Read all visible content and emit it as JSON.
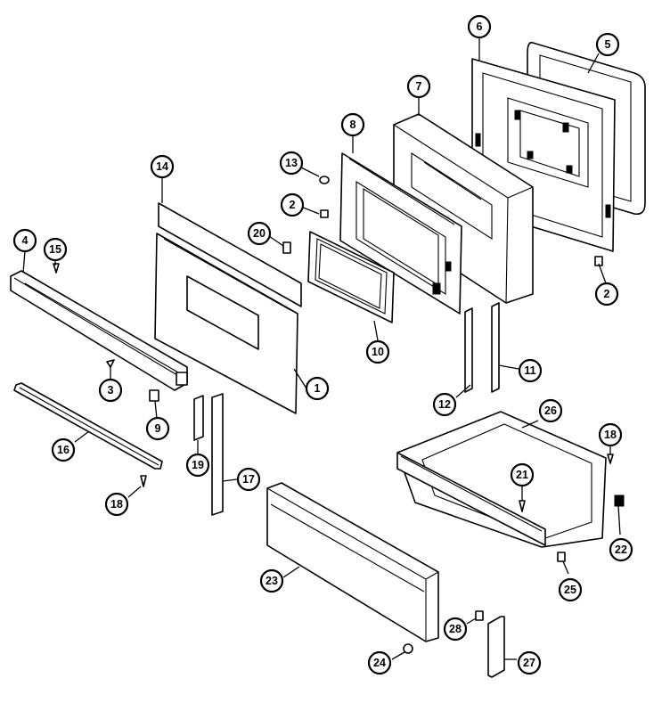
{
  "callouts": [
    {
      "id": "1",
      "label": "1"
    },
    {
      "id": "2a",
      "label": "2"
    },
    {
      "id": "2b",
      "label": "2"
    },
    {
      "id": "3",
      "label": "3"
    },
    {
      "id": "4",
      "label": "4"
    },
    {
      "id": "5",
      "label": "5"
    },
    {
      "id": "6",
      "label": "6"
    },
    {
      "id": "7",
      "label": "7"
    },
    {
      "id": "8",
      "label": "8"
    },
    {
      "id": "9",
      "label": "9"
    },
    {
      "id": "10",
      "label": "10"
    },
    {
      "id": "11",
      "label": "11"
    },
    {
      "id": "12",
      "label": "12"
    },
    {
      "id": "13",
      "label": "13"
    },
    {
      "id": "14",
      "label": "14"
    },
    {
      "id": "15",
      "label": "15"
    },
    {
      "id": "16",
      "label": "16"
    },
    {
      "id": "17",
      "label": "17"
    },
    {
      "id": "18a",
      "label": "18"
    },
    {
      "id": "18b",
      "label": "18"
    },
    {
      "id": "19",
      "label": "19"
    },
    {
      "id": "20",
      "label": "20"
    },
    {
      "id": "21",
      "label": "21"
    },
    {
      "id": "22",
      "label": "22"
    },
    {
      "id": "23",
      "label": "23"
    },
    {
      "id": "24",
      "label": "24"
    },
    {
      "id": "25",
      "label": "25"
    },
    {
      "id": "26",
      "label": "26"
    },
    {
      "id": "27",
      "label": "27"
    },
    {
      "id": "28",
      "label": "28"
    }
  ]
}
